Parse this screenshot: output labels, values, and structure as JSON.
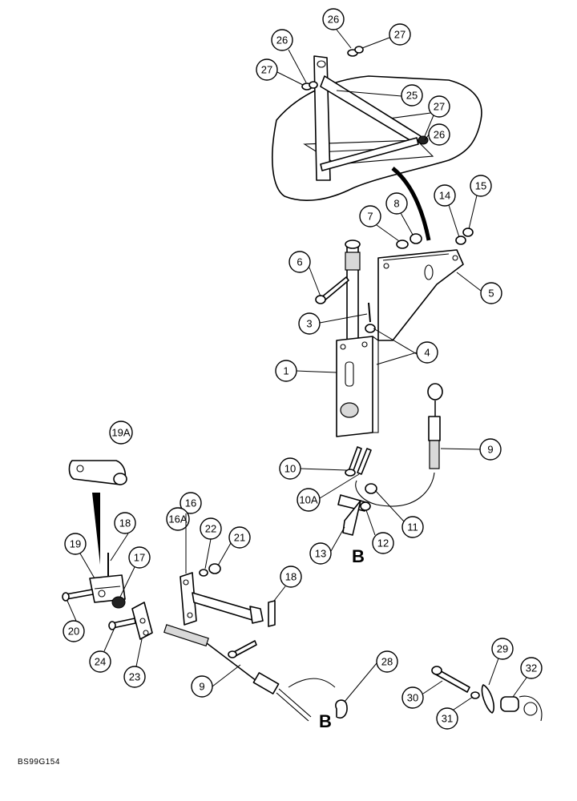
{
  "figure_code": "BS99G154",
  "reference_letter": "B",
  "callouts": {
    "c1": "1",
    "c3": "3",
    "c4": "4",
    "c5": "5",
    "c6": "6",
    "c7": "7",
    "c8": "8",
    "c9a": "9",
    "c9b": "9",
    "c10": "10",
    "c10a": "10A",
    "c11": "11",
    "c12": "12",
    "c13": "13",
    "c14": "14",
    "c15": "15",
    "c16": "16",
    "c16a": "16A",
    "c17": "17",
    "c18a": "18",
    "c18b": "18",
    "c19": "19",
    "c19a": "19A",
    "c20": "20",
    "c21": "21",
    "c22": "22",
    "c23": "23",
    "c24": "24",
    "c25": "25",
    "c26a": "26",
    "c26b": "26",
    "c26c": "26",
    "c27a": "27",
    "c27b": "27",
    "c27c": "27",
    "c28": "28",
    "c29": "29",
    "c30": "30",
    "c31": "31",
    "c32": "32"
  }
}
